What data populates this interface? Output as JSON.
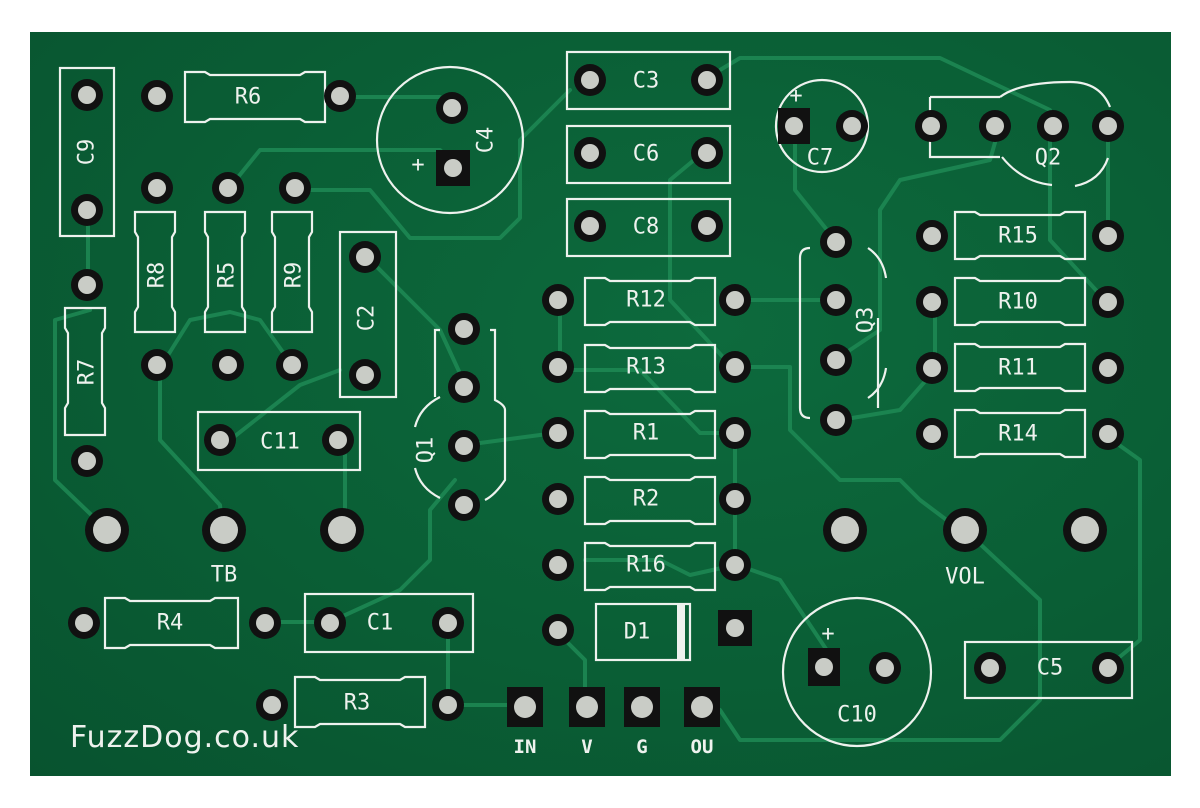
{
  "board": {
    "brand": "FuzzDog.co.uk",
    "colors": {
      "substrate": "#0a5c34",
      "silkscreen": "#eef2ee",
      "trace": "#1f8a55",
      "pad": "#111111",
      "hole": "#c9ccc6"
    }
  },
  "components": {
    "resistors": [
      "R1",
      "R2",
      "R3",
      "R4",
      "R5",
      "R6",
      "R7",
      "R8",
      "R9",
      "R10",
      "R11",
      "R12",
      "R13",
      "R14",
      "R15",
      "R16"
    ],
    "capacitors": [
      "C1",
      "C2",
      "C3",
      "C4",
      "C5",
      "C6",
      "C7",
      "C8",
      "C9",
      "C10",
      "C11"
    ],
    "transistors": [
      "Q1",
      "Q2",
      "Q3"
    ],
    "diodes": [
      "D1"
    ],
    "pots": [
      "TB",
      "VOL"
    ]
  },
  "labels": {
    "R1": "R1",
    "R2": "R2",
    "R3": "R3",
    "R4": "R4",
    "R5": "R5",
    "R6": "R6",
    "R7": "R7",
    "R8": "R8",
    "R9": "R9",
    "R10": "R10",
    "R11": "R11",
    "R12": "R12",
    "R13": "R13",
    "R14": "R14",
    "R15": "R15",
    "R16": "R16",
    "C1": "C1",
    "C2": "C2",
    "C3": "C3",
    "C4": "C4",
    "C5": "C5",
    "C6": "C6",
    "C7": "C7",
    "C8": "C8",
    "C9": "C9",
    "C10": "C10",
    "C11": "C11",
    "Q1": "Q1",
    "Q2": "Q2",
    "Q3": "Q3",
    "D1": "D1",
    "TB": "TB",
    "VOL": "VOL",
    "plus": "+"
  },
  "io_pads": [
    {
      "id": "IN",
      "label": "IN"
    },
    {
      "id": "V",
      "label": "V"
    },
    {
      "id": "G",
      "label": "G"
    },
    {
      "id": "OU",
      "label": "OU"
    }
  ]
}
